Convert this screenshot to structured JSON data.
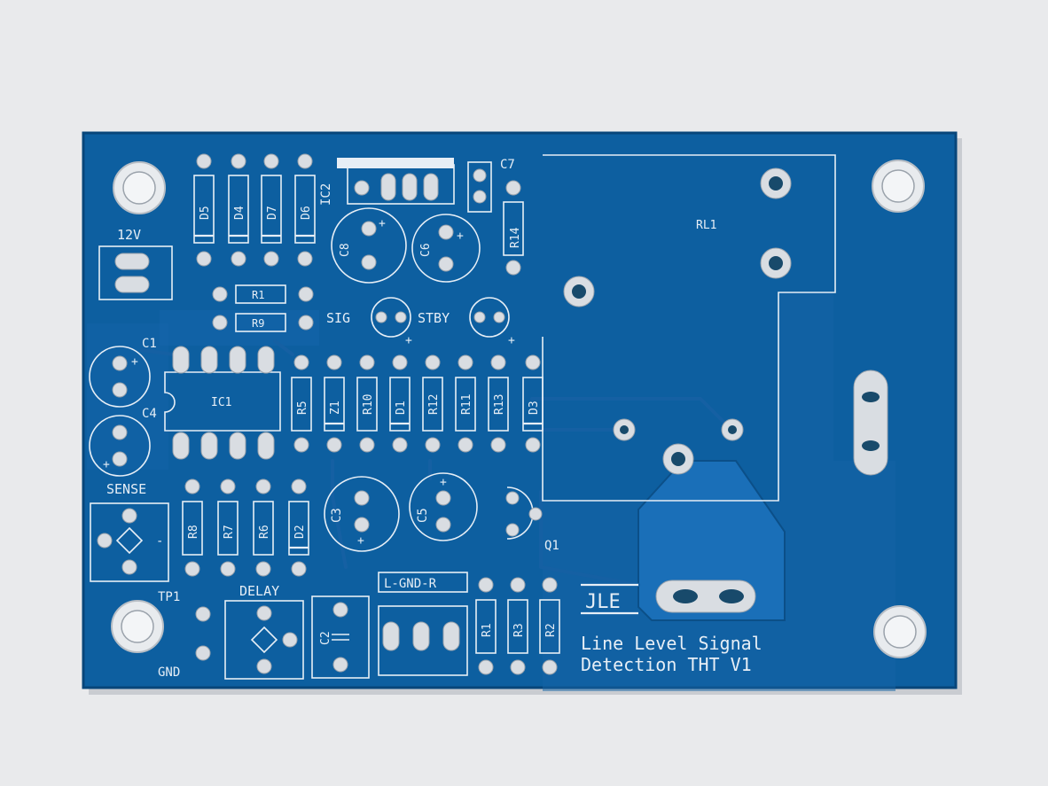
{
  "colors": {
    "background": "#e9eaec",
    "board": "#0d5fa0",
    "board_edge": "#08467a",
    "silkscreen": "#e6eef6",
    "pad": "#d9dde2",
    "pour": "#1767ad"
  },
  "board": {
    "title_line1": "Line Level Signal",
    "title_line2": "Detection THT V1",
    "logo": "JLE",
    "connector_label": "L-GND-R",
    "power_label": "12V",
    "sense_label": "SENSE",
    "delay_label": "DELAY",
    "tp1_label": "TP1",
    "gnd_label": "GND",
    "sig_label": "SIG",
    "stby_label": "STBY"
  },
  "components": {
    "diodes_top": [
      "D5",
      "D4",
      "D7",
      "D6"
    ],
    "ic2": "IC2",
    "c7": "C7",
    "r14": "R14",
    "c8": "C8",
    "c6": "C6",
    "r1": "R1",
    "r9": "R9",
    "c1": "C1",
    "c4": "C4",
    "ic1": "IC1",
    "middle_row": [
      "R5",
      "Z1",
      "R10",
      "D1",
      "R12",
      "R11",
      "R13",
      "D3"
    ],
    "lower_row": [
      "R8",
      "R7",
      "R6",
      "D2"
    ],
    "c3": "C3",
    "c5": "C5",
    "q1": "Q1",
    "c2": "C2",
    "bottom_resistors": [
      "R1",
      "R3",
      "R2"
    ],
    "rl1": "RL1",
    "plus": "+",
    "minus": "-"
  }
}
